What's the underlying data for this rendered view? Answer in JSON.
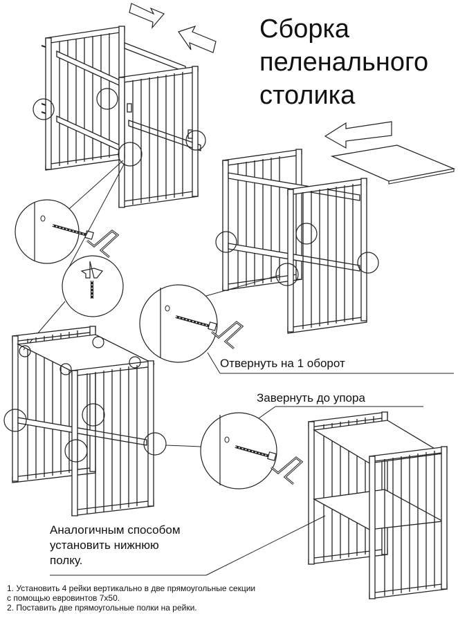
{
  "title": {
    "line1": "Сборка",
    "line2": "пеленального",
    "line3": "столика"
  },
  "callouts": {
    "unscrew": "Отвернуть на 1 оборот",
    "screw_tight": "Завернуть до упора",
    "shelf_line1": "Аналогичным способом",
    "shelf_line2": "установить нижнюю",
    "shelf_line3": "полку."
  },
  "notes": {
    "step1_line1": "1. Установить 4 рейки вертикально в две прямоугольные секции",
    "step1_line2": "с помощью евровинтов 7х50.",
    "step2": "2. Поставить две прямоугольные полки на рейки."
  }
}
